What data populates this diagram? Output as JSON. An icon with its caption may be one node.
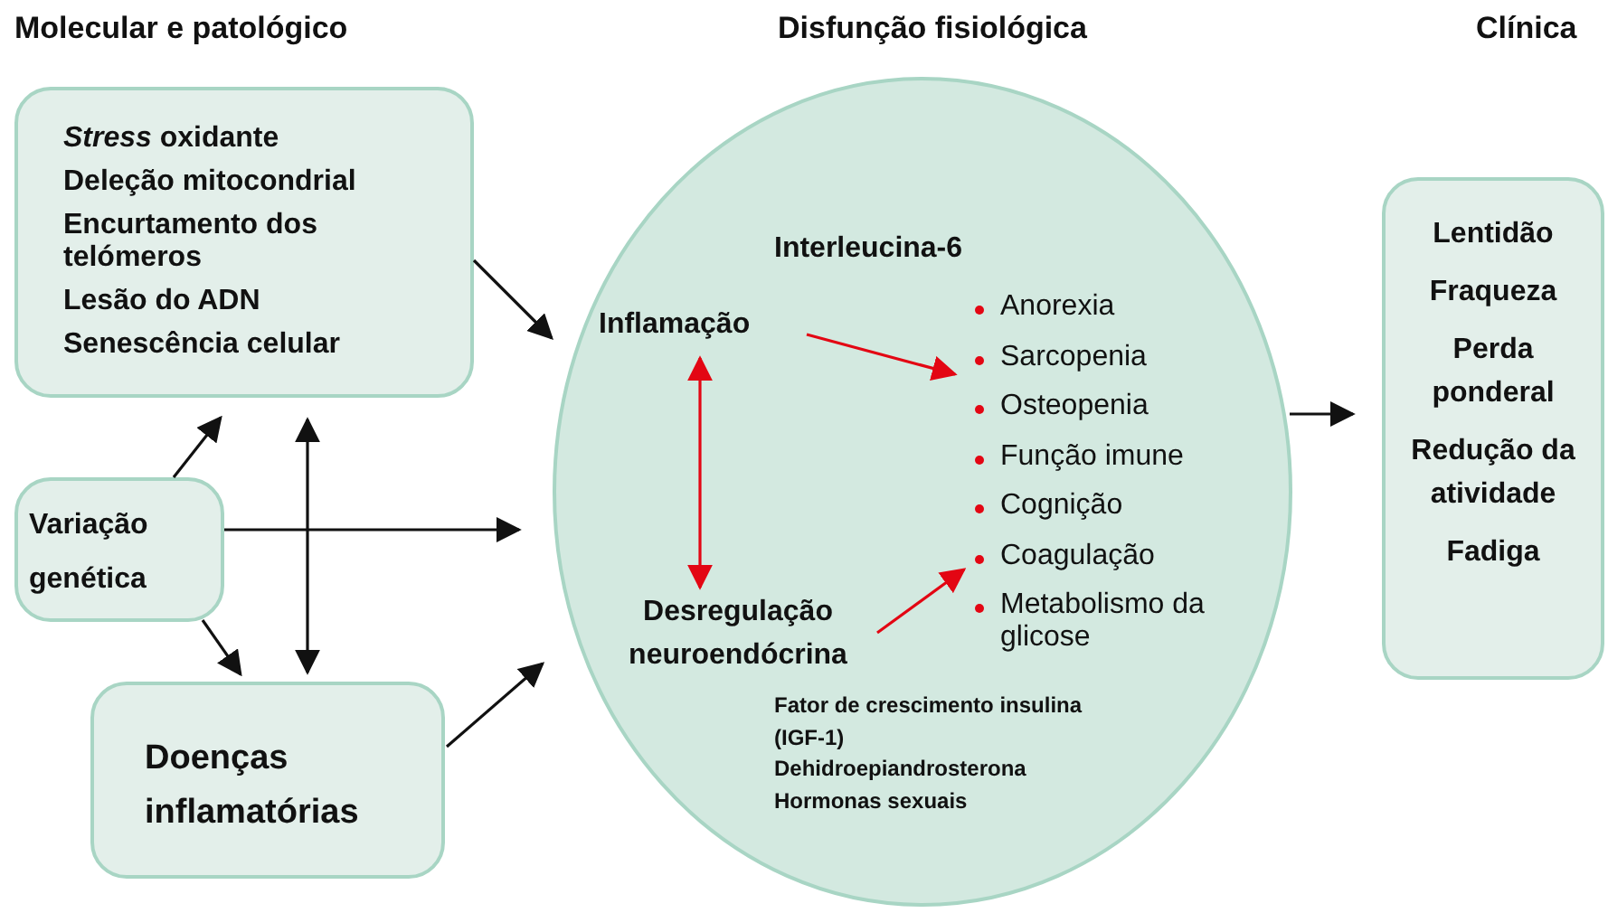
{
  "diagram": {
    "nodes": [
      {
        "text": [
          "*Stress* oxidante",
          "Deleção mitocondrial",
          "Encurtamento dos telómeros",
          "Lesão do ADN",
          "Senescência celular"
        ]
      },
      {
        "text": [
          "Variação genética"
        ]
      },
      {
        "text": [
          "Doenças inflamatórias"
        ]
      },
      {
        "text": [],
        "shape": "circle"
      },
      {
        "text": [
          "Inflamação"
        ],
        "in": 3,
        "beside": [
          "Interleucina-6"
        ]
      },
      {
        "text": [
          "Anorexia",
          "Sarcopenia",
          "Osteopenia",
          "Função imune",
          "Cognição",
          "Coagulação",
          "Metabolismo da glicose"
        ],
        "in": 3
      },
      {
        "text": [
          "Desregulação neuroendócrina"
        ],
        "in": 3,
        "beside": [
          "Fator de crescimento insulina (IGF-1)",
          "Dehidroepiandrosterona",
          "Hormonas sexuais"
        ]
      },
      {
        "text": [
          "Lentidão",
          "Fraqueza",
          "Perda ponderal",
          "Redução da atividade",
          "Fadiga"
        ]
      }
    ],
    "edges": [
      {
        "from": 0,
        "to": 3,
        "arrow": "to"
      },
      {
        "from": 1,
        "to": 0,
        "arrow": "to"
      },
      {
        "from": 1,
        "to": 3,
        "arrow": "to"
      },
      {
        "from": 1,
        "to": 2,
        "arrow": "to"
      },
      {
        "from": 0,
        "to": 2,
        "arrow": "both"
      },
      {
        "from": 2,
        "to": 3,
        "arrow": "to"
      },
      {
        "from": 4,
        "to": 6,
        "arrow": "both",
        "color": "#e30613"
      },
      {
        "from": 4,
        "to": 5,
        "arrow": "to",
        "color": "#e30613"
      },
      {
        "from": 6,
        "to": 5,
        "arrow": "to",
        "color": "#e30613"
      },
      {
        "from": 3,
        "to": 7,
        "arrow": "to"
      }
    ],
    "labels": [
      "Molecular e patológico",
      "Disfunção fisiológica",
      "Clínica"
    ]
  }
}
